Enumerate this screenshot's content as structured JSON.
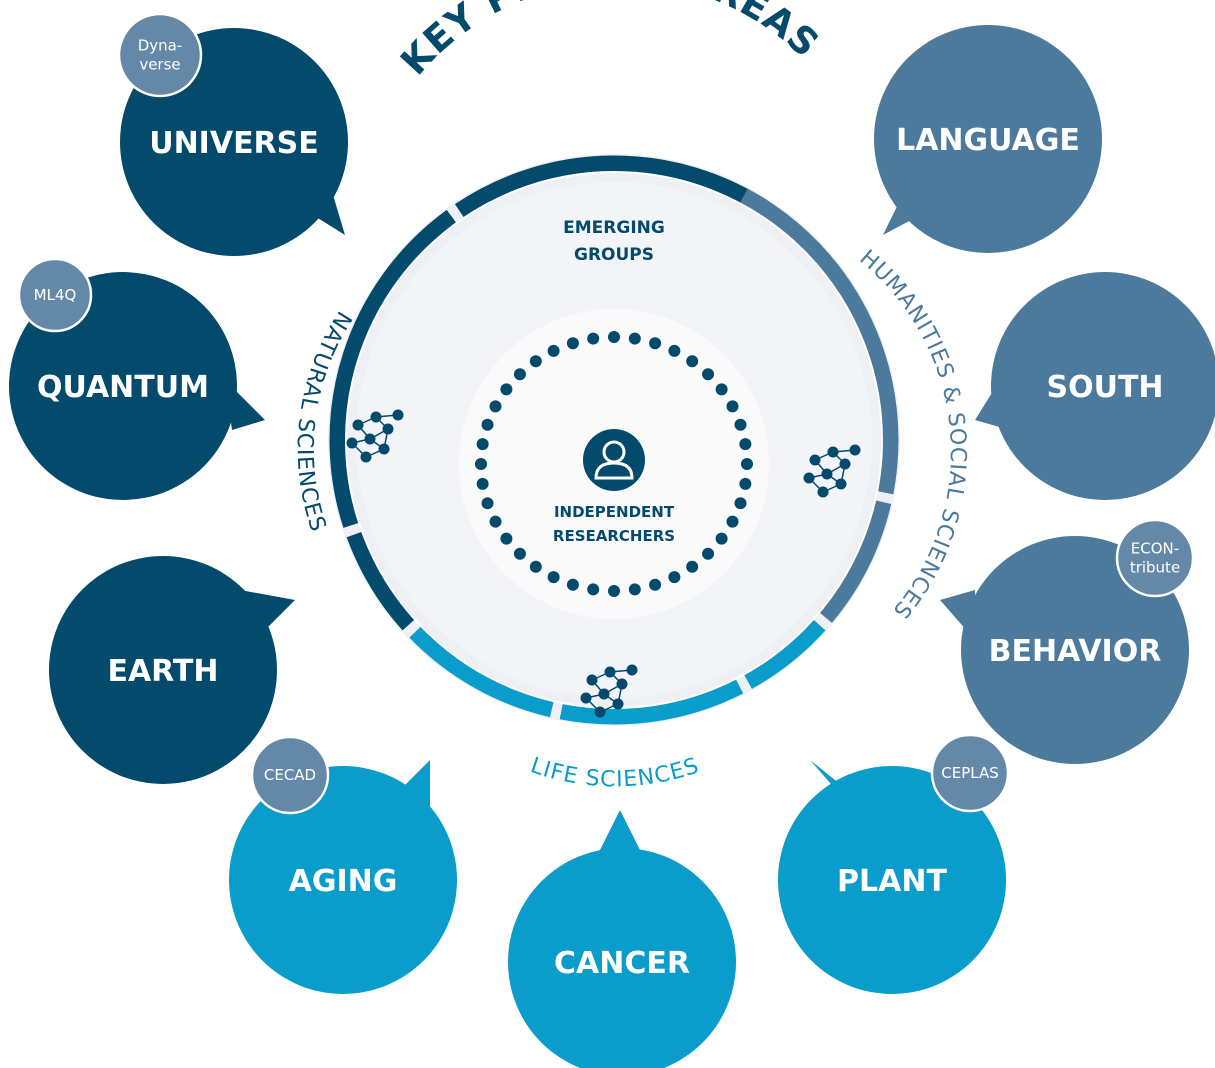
{
  "title": "KEY PROFILE AREAS",
  "center": {
    "emerging_groups": [
      "EMERGING",
      "GROUPS"
    ],
    "independent_researchers": [
      "INDEPENDENT",
      "RESEARCHERS"
    ],
    "icon": "person-icon"
  },
  "ring_labels": {
    "natural": "NATURAL SCIENCES",
    "humanities": "HUMANITIES & SOCIAL SCIENCES",
    "life": "LIFE SCIENCES"
  },
  "colors": {
    "natural": "#034a6d",
    "humanities": "#4b7a9d",
    "life": "#0a9ccb",
    "badge": "#6489a8",
    "ring_light": "#eef0f5",
    "inner": "#f3f4f7"
  },
  "areas": [
    {
      "name": "UNIVERSE",
      "group": "natural",
      "badge": [
        "Dyna-",
        "verse"
      ]
    },
    {
      "name": "QUANTUM",
      "group": "natural",
      "badge": [
        "ML4Q"
      ]
    },
    {
      "name": "EARTH",
      "group": "natural"
    },
    {
      "name": "AGING",
      "group": "life",
      "badge": [
        "CECAD"
      ]
    },
    {
      "name": "CANCER",
      "group": "life"
    },
    {
      "name": "PLANT",
      "group": "life",
      "badge": [
        "CEPLAS"
      ]
    },
    {
      "name": "BEHAVIOR",
      "group": "humanities",
      "badge": [
        "ECON-",
        "tribute"
      ]
    },
    {
      "name": "SOUTH",
      "group": "humanities"
    },
    {
      "name": "LANGUAGE",
      "group": "humanities"
    }
  ]
}
